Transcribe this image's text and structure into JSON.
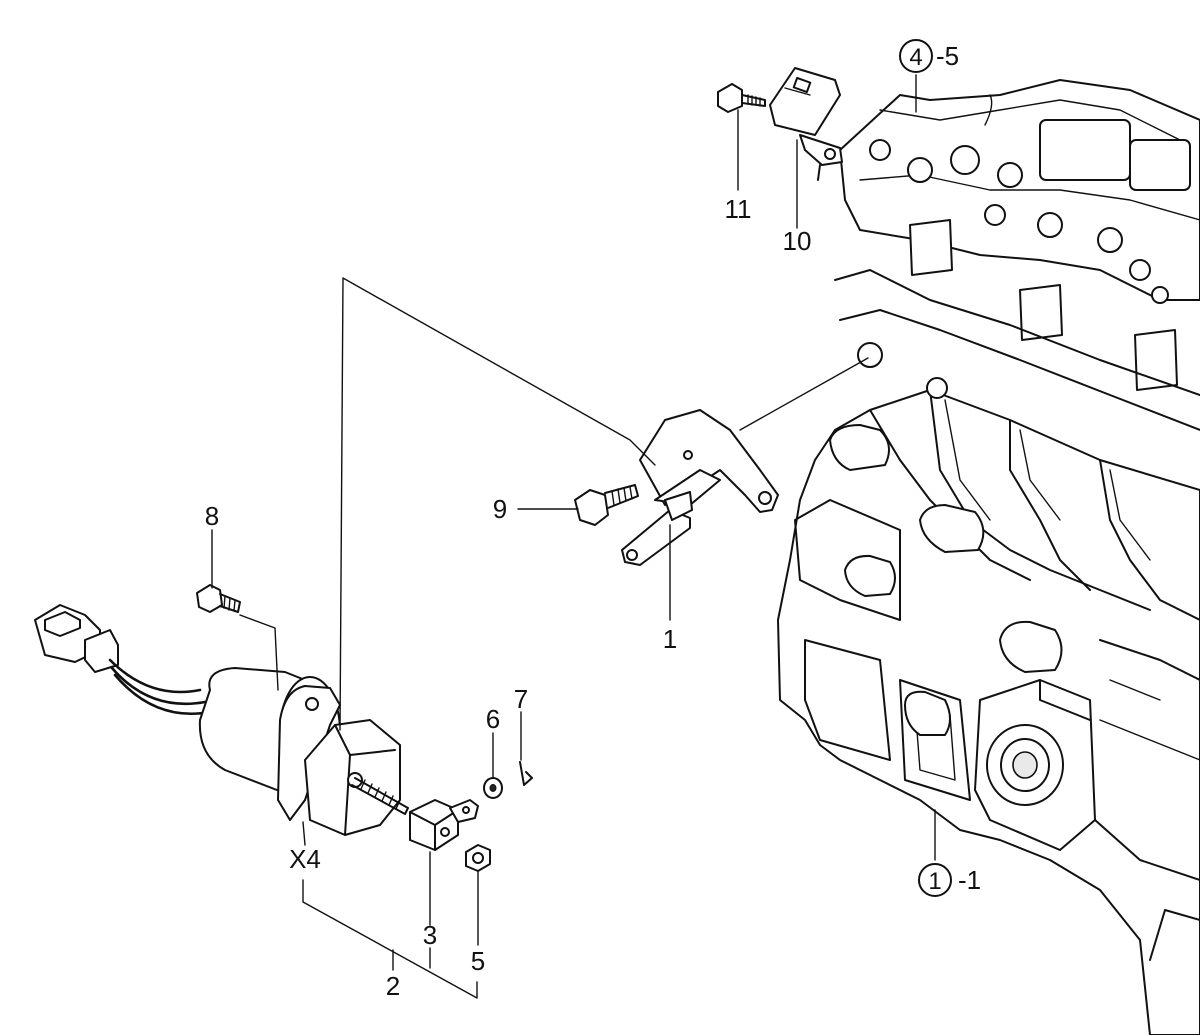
{
  "callouts": {
    "c1": "1",
    "c2": "2",
    "c3": "3",
    "c5": "5",
    "c6": "6",
    "c7": "7",
    "c8": "8",
    "c9": "9",
    "c10": "10",
    "c11": "11",
    "qty_x4": "X4"
  },
  "refs": {
    "ref_4_num": "4",
    "ref_4_suffix": "-5",
    "ref_1_num": "1",
    "ref_1_suffix": "-1"
  }
}
